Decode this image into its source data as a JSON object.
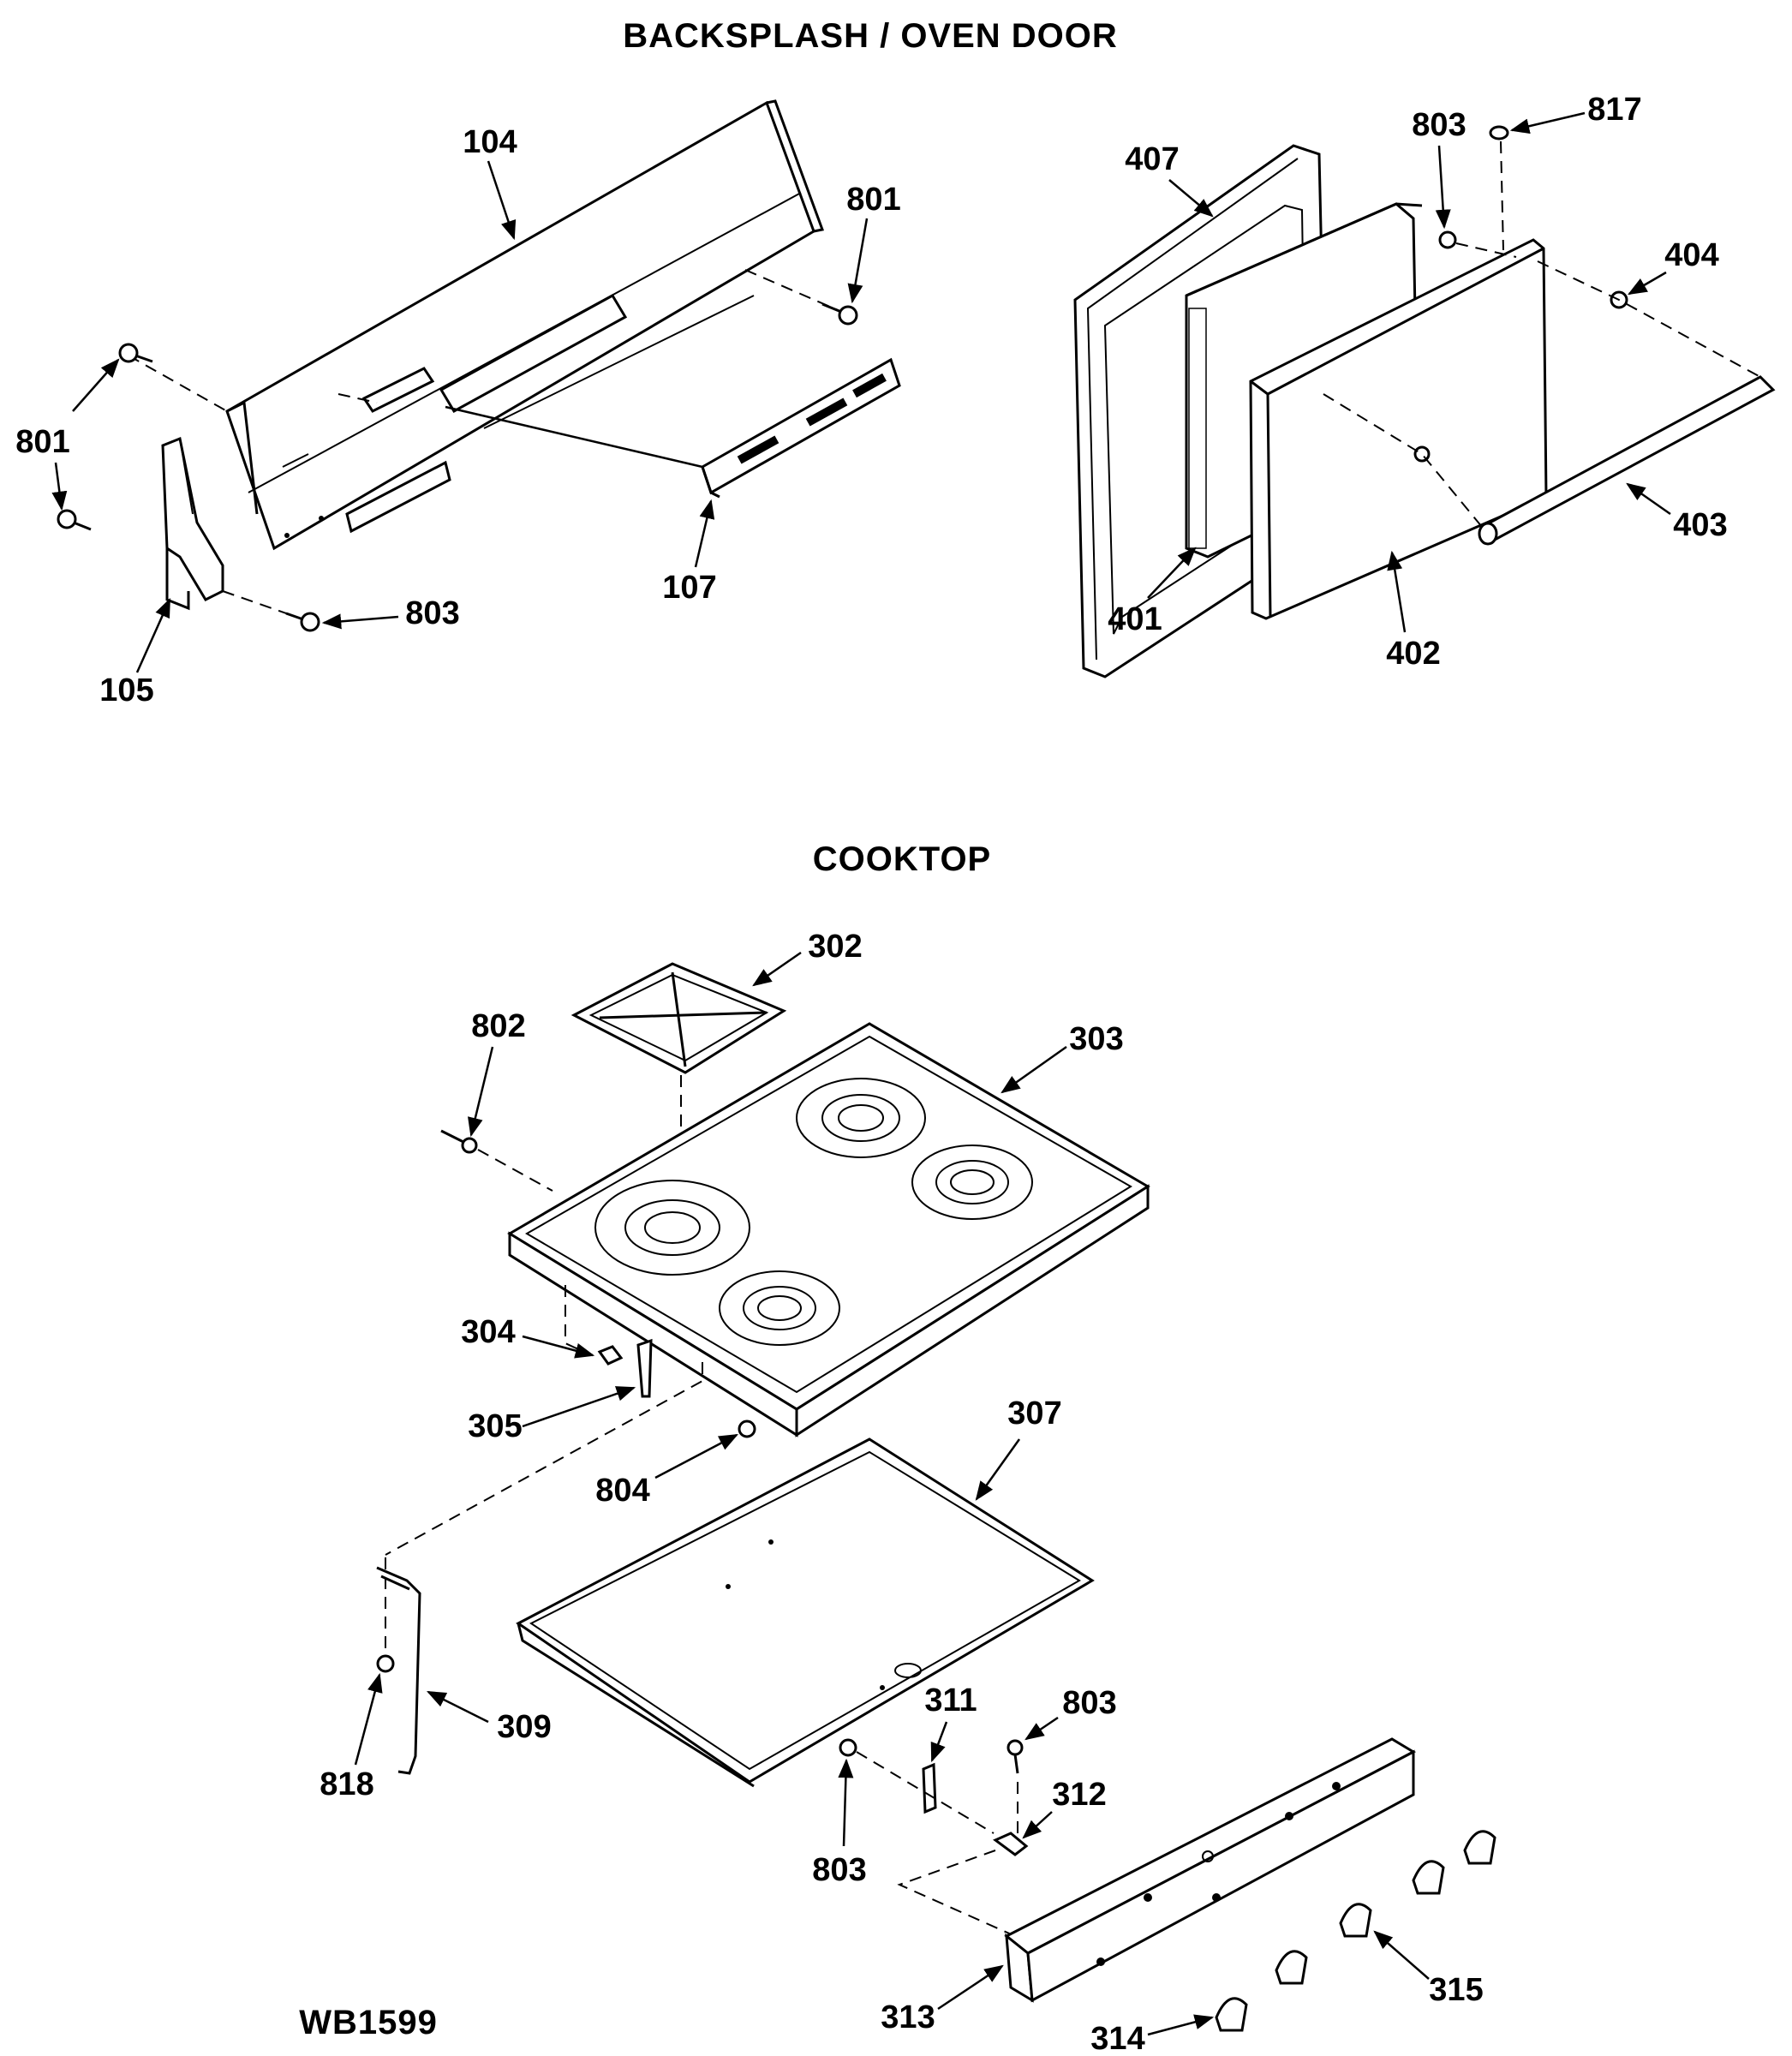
{
  "titles": {
    "top": "BACKSPLASH / OVEN DOOR",
    "middle": "COOKTOP",
    "footer": "WB1599"
  },
  "callouts": {
    "p104": "104",
    "p801a": "801",
    "p801b": "801",
    "p803a": "803",
    "p105": "105",
    "p107": "107",
    "p407": "407",
    "p803b": "803",
    "p817": "817",
    "p404": "404",
    "p403": "403",
    "p401": "401",
    "p402": "402",
    "p302": "302",
    "p802": "802",
    "p303": "303",
    "p304": "304",
    "p305": "305",
    "p804": "804",
    "p307": "307",
    "p309": "309",
    "p818": "818",
    "p311": "311",
    "p803c": "803",
    "p312": "312",
    "p803d": "803",
    "p313": "313",
    "p314": "314",
    "p315": "315"
  }
}
